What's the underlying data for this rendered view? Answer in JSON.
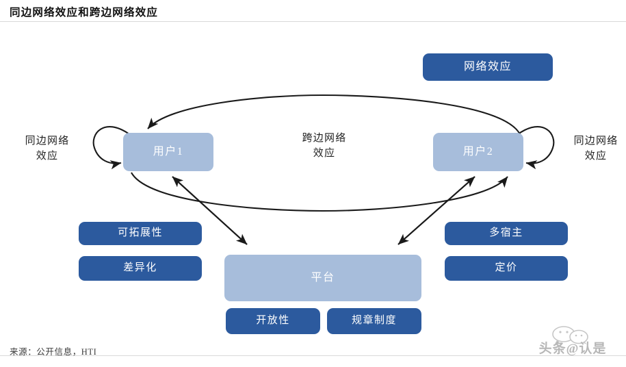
{
  "title": "同边网络效应和跨边网络效应",
  "colors": {
    "dark_blue": "#2c5a9e",
    "light_blue": "#a7bddb",
    "text_dark": "#1a1a1a",
    "rule": "#d9d9d9",
    "arrow": "#1a1a1a"
  },
  "nodes": {
    "network_effect": "网络效应",
    "user1": "用户1",
    "user2": "用户2",
    "platform": "平台",
    "scalability": "可拓展性",
    "differentiation": "差异化",
    "multihoming": "多宿主",
    "pricing": "定价",
    "openness": "开放性",
    "rules": "规章制度"
  },
  "labels": {
    "left_same_side": "同边网络\n效应",
    "right_same_side": "同边网络\n效应",
    "cross_side": "跨边网络\n效应"
  },
  "footer": {
    "source": "来源：公开信息，HTI"
  },
  "watermark": {
    "text": "头条@认是"
  }
}
